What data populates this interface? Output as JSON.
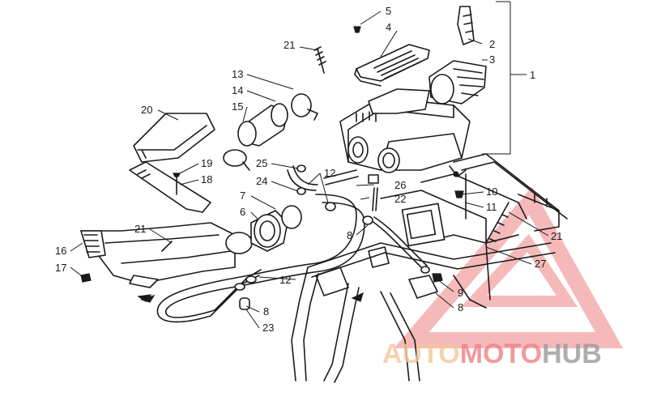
{
  "callouts": {
    "c1": "1",
    "c2": "2",
    "c3": "3",
    "c4": "4",
    "c5": "5",
    "c6": "6",
    "c7": "7",
    "c8a": "8",
    "c8b": "8",
    "c8c": "8",
    "c9": "9",
    "c10": "10",
    "c11": "11",
    "c12a": "12",
    "c12b": "12",
    "c13": "13",
    "c14": "14",
    "c15": "15",
    "c16": "16",
    "c17": "17",
    "c18": "18",
    "c19": "19",
    "c20": "20",
    "c21a": "21",
    "c21b": "21",
    "c21c": "21",
    "c22": "22",
    "c23": "23",
    "c24": "24",
    "c25": "25",
    "c26": "26",
    "c27": "27"
  },
  "watermark": {
    "part1": "AUTO",
    "part2": "MOTO",
    "part3": "HUB",
    "color_primary": "#f08080",
    "color_secondary": "#f5c99a",
    "color_tertiary": "#9a9a9a"
  }
}
